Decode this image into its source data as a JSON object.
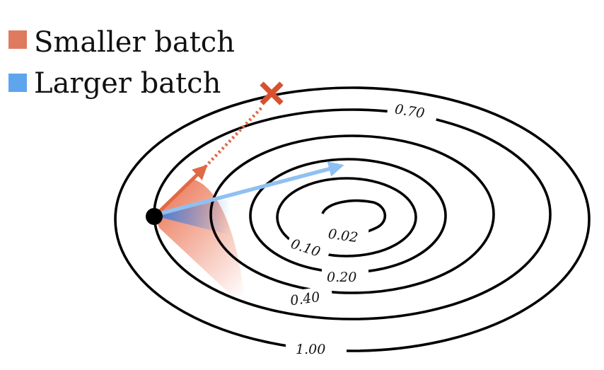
{
  "legend": [
    {
      "label": "Smaller batch",
      "color": "#e07a5f"
    },
    {
      "label": "Larger batch",
      "color": "#5ea5ee"
    }
  ],
  "contours": [
    {
      "label": "1.00"
    },
    {
      "label": "0.70"
    },
    {
      "label": "0.40"
    },
    {
      "label": "0.20"
    },
    {
      "label": "0.10"
    },
    {
      "label": "0.02"
    }
  ],
  "markers": {
    "start_point_color": "#000000",
    "target_marker_glyph": "x",
    "target_marker_color": "#d9502e"
  },
  "arrows": {
    "small_batch_color": "#e06a45",
    "large_batch_color": "#8fc0f2"
  }
}
